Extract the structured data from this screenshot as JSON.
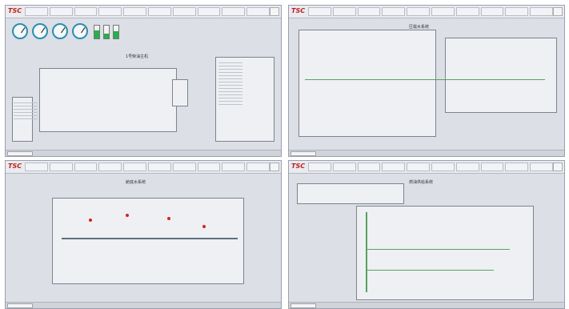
{
  "panels": [
    {
      "name": "engine-monitor",
      "title": "1号柴油主机",
      "logo": "TSC",
      "menu": [
        "",
        "",
        "",
        "",
        "",
        "",
        "",
        "",
        "",
        ""
      ]
    },
    {
      "name": "seawater-system",
      "title": "压载水系统",
      "logo": "TSC",
      "menu": [
        "",
        "",
        "",
        "",
        "",
        "",
        "",
        "",
        "",
        ""
      ]
    },
    {
      "name": "ballast-system",
      "title": "舱底水系统",
      "logo": "TSC",
      "menu": [
        "",
        "",
        "",
        "",
        "",
        "",
        "",
        "",
        "",
        ""
      ]
    },
    {
      "name": "fuel-system",
      "title": "燃油供给系统",
      "logo": "TSC",
      "menu": [
        "",
        "",
        "",
        "",
        "",
        "",
        "",
        "",
        "",
        ""
      ]
    }
  ],
  "colors": {
    "pipe": "#57a35f",
    "accent": "#2b8fb0",
    "alarm": "#d72222"
  }
}
